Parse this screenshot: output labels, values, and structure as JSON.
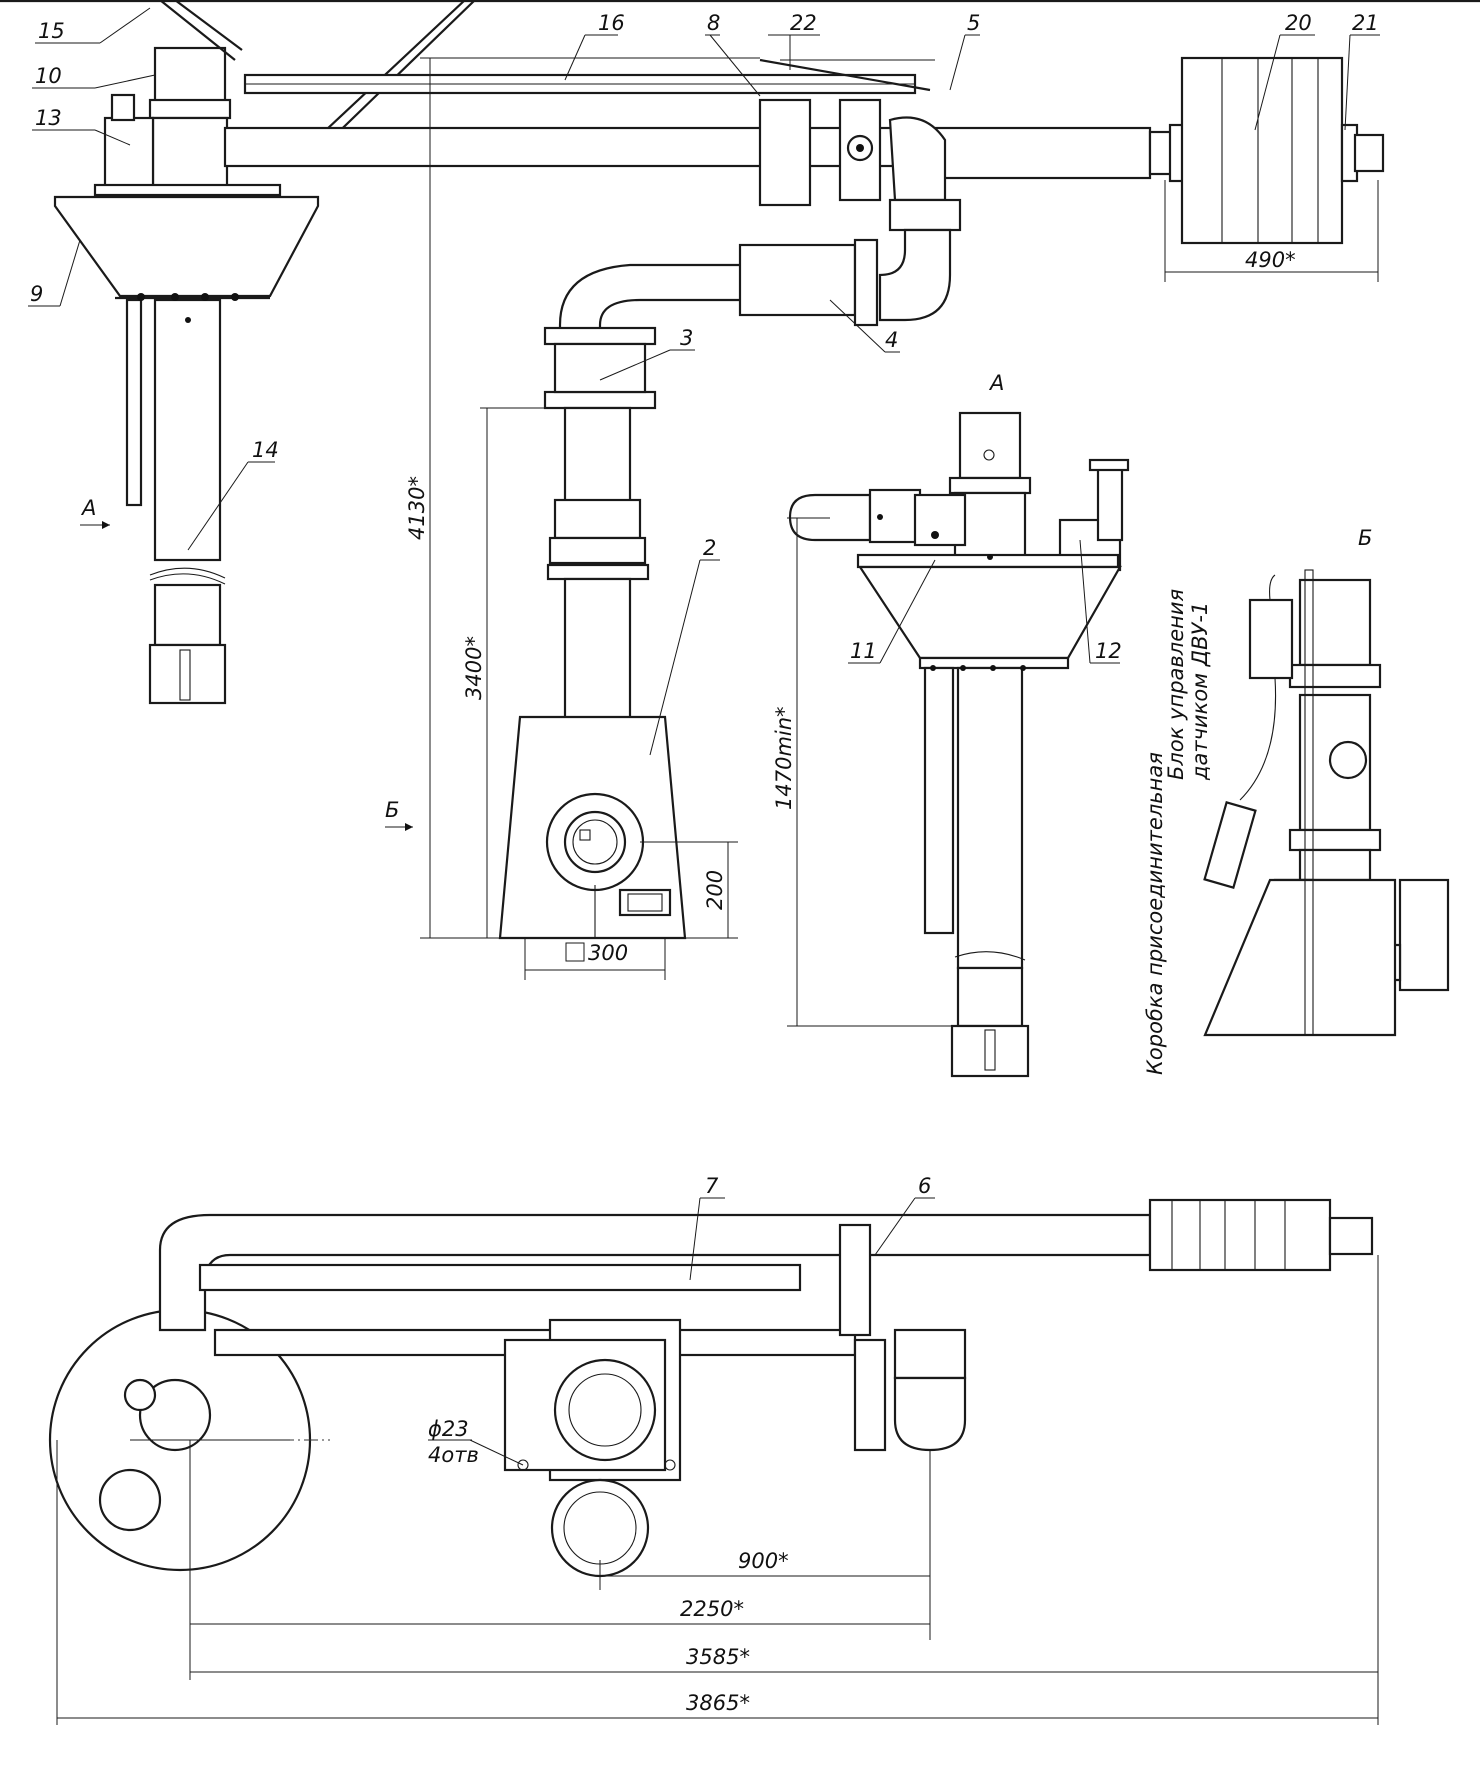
{
  "callouts": [
    "15",
    "10",
    "13",
    "9",
    "14",
    "16",
    "8",
    "22",
    "5",
    "20",
    "21",
    "3",
    "4",
    "2",
    "11",
    "12",
    "7",
    "6"
  ],
  "view_letters": {
    "a_arrow": "А",
    "a_view": "А",
    "b_arrow": "Б",
    "b_view": "Б"
  },
  "dimensions": {
    "d490": "490*",
    "d4130": "4130*",
    "d3400": "3400*",
    "d1470": "1470min*",
    "d200": "200",
    "d300": "300",
    "d900": "900*",
    "d2250": "2250*",
    "d3585": "3585*",
    "d3865": "3865*",
    "hole_diameter": "ϕ23",
    "hole_count": "4отв"
  },
  "notes": {
    "control_block_line1": "Блок управления",
    "control_block_line2": "датчиком ДВУ-1",
    "junction_box": "Коробка присоединительная"
  }
}
